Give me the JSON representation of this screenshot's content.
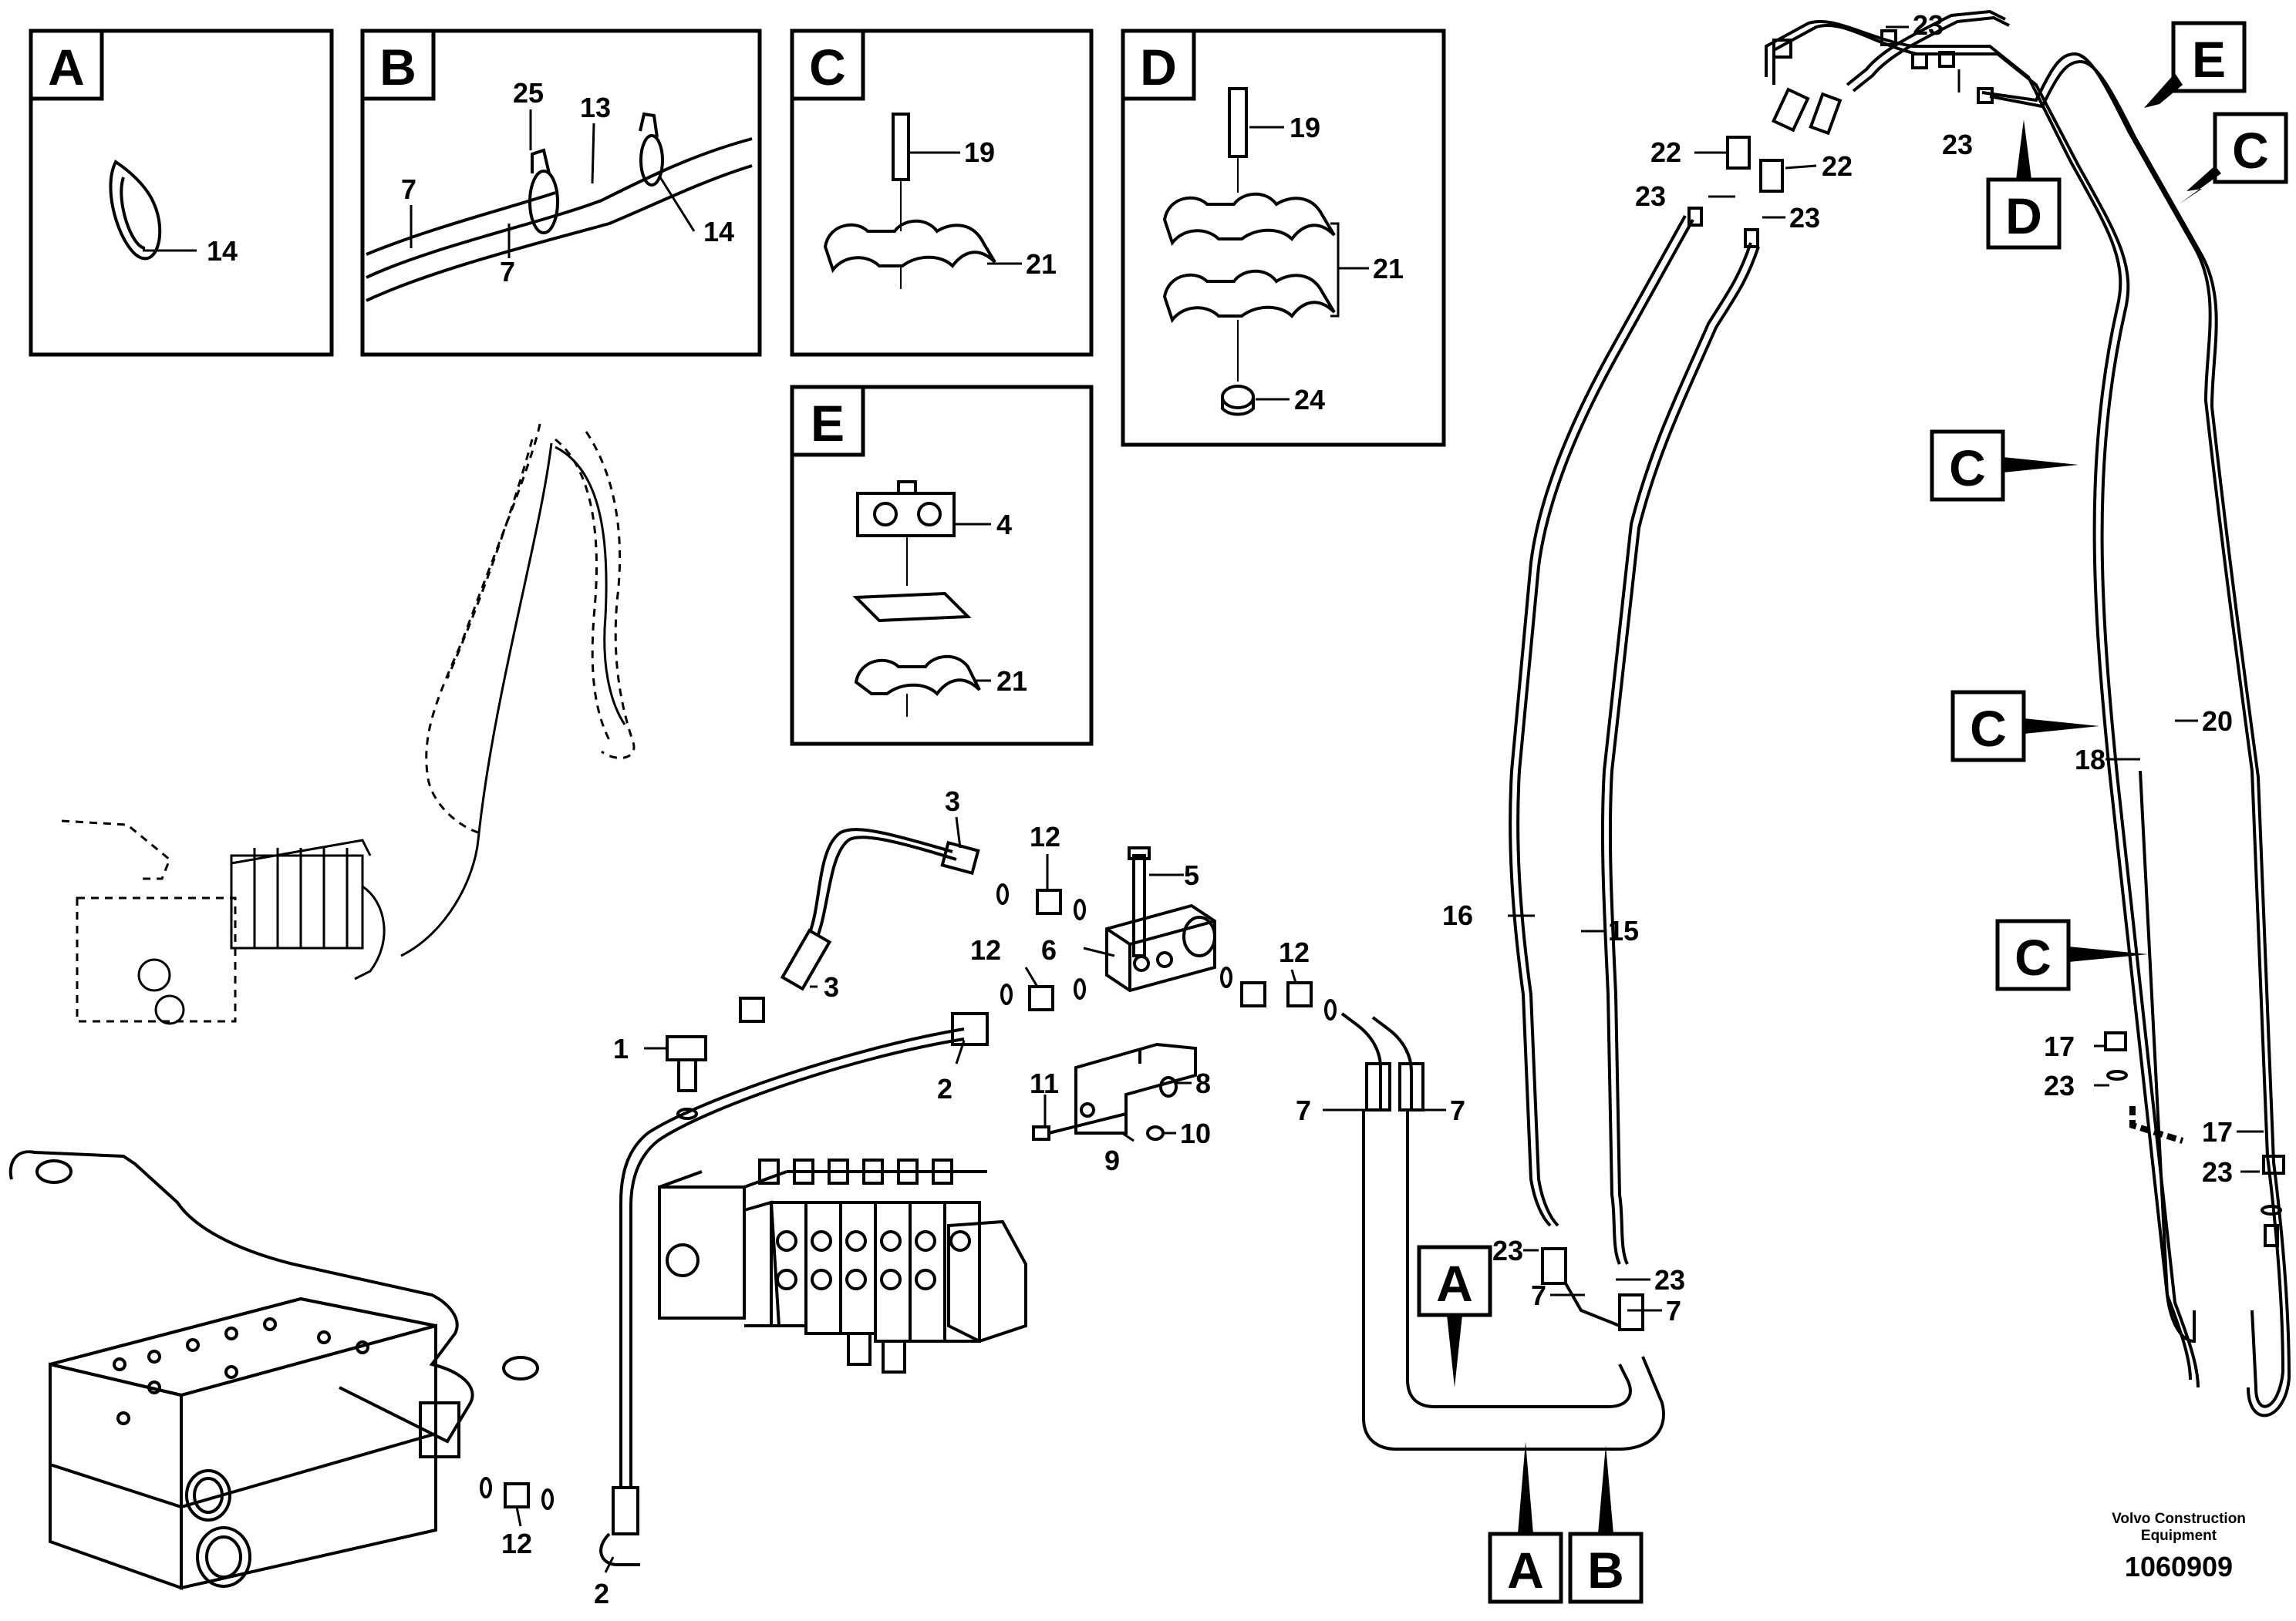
{
  "detail_panels": [
    {
      "letter": "A",
      "parts": [
        "14"
      ]
    },
    {
      "letter": "B",
      "parts": [
        "25",
        "13",
        "7",
        "14",
        "7"
      ]
    },
    {
      "letter": "C",
      "parts": [
        "19",
        "21"
      ]
    },
    {
      "letter": "D",
      "parts": [
        "19",
        "21",
        "24"
      ]
    },
    {
      "letter": "E",
      "parts": [
        "4",
        "21"
      ]
    }
  ],
  "callouts": {
    "valve": [
      "3",
      "12",
      "5",
      "6",
      "12",
      "12",
      "3",
      "1",
      "2",
      "11",
      "8",
      "9",
      "10",
      "7",
      "7",
      "12",
      "2"
    ],
    "boom": [
      "23",
      "23",
      "22",
      "22",
      "23",
      "23",
      "16",
      "15",
      "23",
      "23",
      "7",
      "7",
      "20",
      "18",
      "17",
      "23",
      "17",
      "23"
    ]
  },
  "view_markers": [
    "E",
    "C",
    "D",
    "C",
    "C",
    "C",
    "A",
    "A",
    "B"
  ],
  "footer": {
    "company_line1": "Volvo Construction",
    "company_line2": "Equipment",
    "doc_number": "1060909"
  }
}
